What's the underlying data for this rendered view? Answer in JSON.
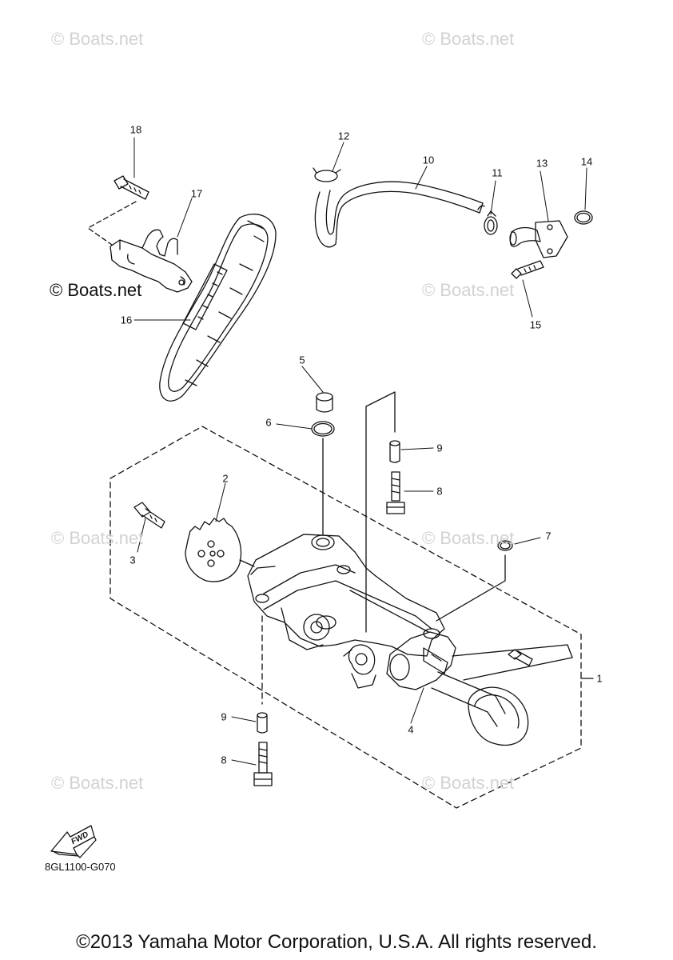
{
  "watermarks": {
    "top_left": "© Boats.net",
    "top_right": "© Boats.net",
    "mid_left_dark": "© Boats.net",
    "mid_right": "© Boats.net",
    "lower_left": "© Boats.net",
    "lower_right": "© Boats.net",
    "bottom_left": "© Boats.net",
    "bottom_right": "© Boats.net"
  },
  "callouts": {
    "c1": "1",
    "c2": "2",
    "c3": "3",
    "c4": "4",
    "c5": "5",
    "c6": "6",
    "c7": "7",
    "c8a": "8",
    "c8b": "8",
    "c9a": "9",
    "c9b": "9",
    "c10": "10",
    "c11": "11",
    "c12": "12",
    "c13": "13",
    "c14": "14",
    "c15": "15",
    "c16": "16",
    "c17": "17",
    "c18": "18"
  },
  "fwd_label": "FWD",
  "diagram_code": "8GL1100-G070",
  "copyright": "©2013 Yamaha Motor Corporation, U.S.A. All rights reserved."
}
